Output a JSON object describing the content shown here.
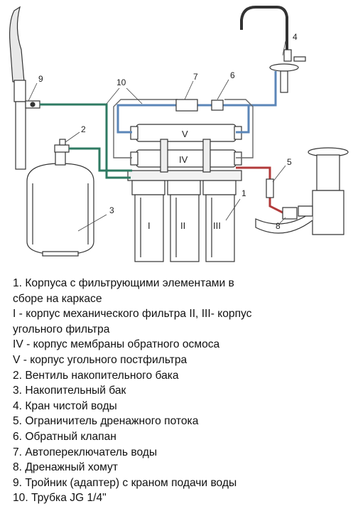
{
  "callouts": {
    "c1": "1",
    "c2": "2",
    "c3": "3",
    "c4": "4",
    "c5": "5",
    "c6": "6",
    "c7": "7",
    "c8": "8",
    "c9": "9",
    "c10": "10"
  },
  "housing_labels": {
    "h1": "I",
    "h2": "II",
    "h3": "III",
    "h4": "IV",
    "h5": "V"
  },
  "legend": [
    "1. Корпуса с фильтрующими элементами в",
    "сборе на каркасе",
    "I - корпус механического фильтра II, III- корпус",
    "угольного фильтра",
    "IV - корпус мембраны обратного осмоса",
    "V - корпус угольного постфильтра",
    "2. Вентиль накопительного бака",
    "3. Накопительный бак",
    "4. Кран чистой воды",
    "5. Ограничитель дренажного потока",
    "6. Обратный клапан",
    "7. Автопереключатель воды",
    "8. Дренажный хомут",
    "9. Тройник (адаптер) с краном подачи воды",
    "10. Трубка JG 1/4\""
  ],
  "colors": {
    "line": "#333333",
    "tube_blue": "#5b86b8",
    "tube_green": "#2e7a62",
    "tube_red": "#b23a3a"
  }
}
